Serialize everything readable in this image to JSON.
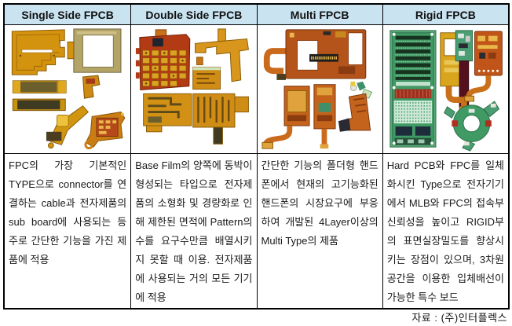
{
  "colors": {
    "header_bg": "#c9e3f1",
    "table_border": "#000000"
  },
  "table": {
    "columns": [
      {
        "header": "Single Side FPCB",
        "photo": "single-side-fpcb-photo",
        "description": "FPC의 가장 기본적인 TYPE으로 connector를 연결하는 cable과 전자제품의 sub board에 사용되는 등 주로 간단한 기능을 가진 제품에 적용"
      },
      {
        "header": "Double Side FPCB",
        "photo": "double-side-fpcb-photo",
        "description": "Base Film의 양쪽에 동박이 형성되는 타입으로 전자제품의 소형화 및 경량화로 인해 제한된 면적에 Pattern의 수를 요구수만큼 배열시키지 못할 때 이용. 전자제품에 사용되는 거의 모든 기기에 적용"
      },
      {
        "header": "Multi FPCB",
        "photo": "multi-fpcb-photo",
        "description": "간단한 기능의 폴더형 핸드폰에서 현재의 고기능화된 핸드폰의 시장요구에 부응하여 개발된 4Layer이상의 Multi Type의 제품"
      },
      {
        "header": "Rigid FPCB",
        "photo": "rigid-fpcb-photo",
        "description": "Hard PCB와 FPC를 일체화시킨 Type으로 전자기기에서 MLB와 FPC의 접속부 신뢰성을 높이고 RIGID부의 표면실장밀도를 향상시키는 장점이 있으며, 3차원 공간을 이용한 입체배선이 가능한 특수 보드"
      }
    ]
  },
  "footer": {
    "source": "자료 : (주)인터플렉스"
  }
}
